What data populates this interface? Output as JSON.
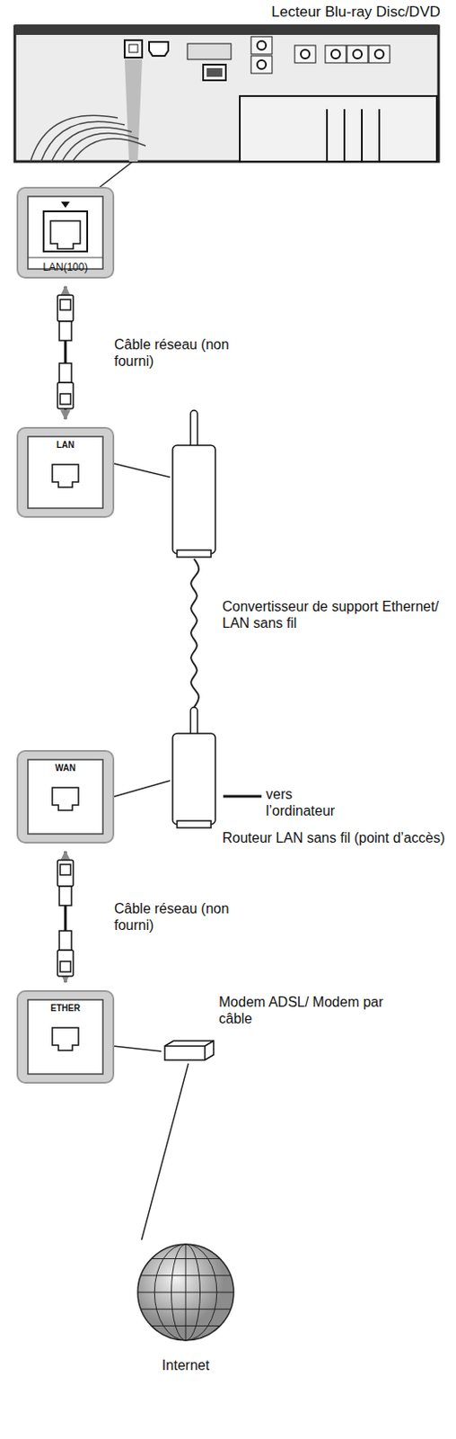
{
  "diagram": {
    "nodes": [
      {
        "text": [
          "Lecteur Blu-ray Disc/DVD"
        ]
      },
      {
        "text": [
          "LAN(100)"
        ]
      },
      {
        "text": [
          "LAN"
        ]
      },
      {
        "text": [
          "Convertisseur de support Ethernet/ LAN sans fil"
        ]
      },
      {
        "text": [
          "Routeur LAN sans fil (point d’accès)"
        ]
      },
      {
        "text": [
          "WAN"
        ]
      },
      {
        "text": [
          "Modem ADSL/ Modem par câble"
        ]
      },
      {
        "text": [
          "ETHER"
        ]
      },
      {
        "text": [
          "Internet"
        ]
      }
    ],
    "edges": [
      {
        "from": 0,
        "to": 1,
        "arrow": "none"
      },
      {
        "from": 1,
        "to": 2,
        "arrow": "both",
        "label": "Câble réseau (non fourni)"
      },
      {
        "from": 2,
        "to": 3,
        "arrow": "none"
      },
      {
        "from": 3,
        "to": 4,
        "arrow": "none"
      },
      {
        "from": 4,
        "to": 5,
        "arrow": "none"
      },
      {
        "from": 5,
        "to": 7,
        "arrow": "both",
        "label": "Câble réseau (non fourni)"
      },
      {
        "from": 6,
        "to": 7,
        "arrow": "none"
      },
      {
        "from": 6,
        "to": 8,
        "arrow": "none"
      }
    ],
    "labels": [
      "vers l’ordinateur"
    ]
  }
}
